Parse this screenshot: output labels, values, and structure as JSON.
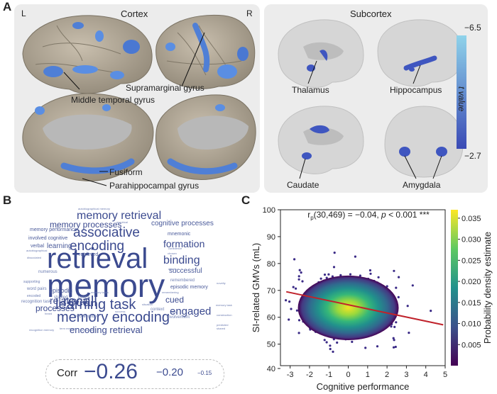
{
  "panels": {
    "a": "A",
    "b": "B",
    "c": "C"
  },
  "panel_a": {
    "cortex_title": "Cortex",
    "subcortex_title": "Subcortex",
    "left_label": "L",
    "right_label": "R",
    "regions": {
      "middle_temporal": "Middle temporal gyrus",
      "supramarginal": "Supramarginal gyrus",
      "fusiform": "Fusiform",
      "parahippocampal": "Parahippocampal gyrus",
      "thalamus": "Thalamus",
      "hippocampus": "Hippocampus",
      "caudate": "Caudate",
      "amygdala": "Amygdala"
    },
    "colorbar": {
      "top": "−6.5",
      "bottom": "−2.7",
      "label": "t value"
    }
  },
  "panel_b": {
    "words": [
      {
        "t": "memory",
        "s": 46
      },
      {
        "t": "retrieval",
        "s": 40
      },
      {
        "t": "learning task",
        "s": 20
      },
      {
        "t": "memory encoding",
        "s": 20
      },
      {
        "t": "associative",
        "s": 19
      },
      {
        "t": "encoding",
        "s": 19
      },
      {
        "t": "recall",
        "s": 20
      },
      {
        "t": "memory retrieval",
        "s": 16
      },
      {
        "t": "binding",
        "s": 16
      },
      {
        "t": "engaged",
        "s": 15
      },
      {
        "t": "relational",
        "s": 14
      },
      {
        "t": "formation",
        "s": 14
      },
      {
        "t": "memory processes",
        "s": 12
      },
      {
        "t": "encoding retrieval",
        "s": 13
      },
      {
        "t": "processes",
        "s": 12
      },
      {
        "t": "cognitive processes",
        "s": 10
      },
      {
        "t": "cued",
        "s": 12
      },
      {
        "t": "successful",
        "s": 10
      },
      {
        "t": "learning",
        "s": 10
      },
      {
        "t": "episodic",
        "s": 9
      },
      {
        "t": "memory performance",
        "s": 7
      },
      {
        "t": "involved cognitive",
        "s": 7
      },
      {
        "t": "mnemonic",
        "s": 7
      },
      {
        "t": "retrieved",
        "s": 7
      },
      {
        "t": "verbal",
        "s": 7
      },
      {
        "t": "episodic memory",
        "s": 7
      },
      {
        "t": "remembered",
        "s": 6
      },
      {
        "t": "recollection",
        "s": 6
      },
      {
        "t": "context",
        "s": 6
      },
      {
        "t": "involvement",
        "s": 6
      },
      {
        "t": "recognition task",
        "s": 6
      },
      {
        "t": "numerous",
        "s": 6
      },
      {
        "t": "word pairs",
        "s": 6
      },
      {
        "t": "supporting",
        "s": 5
      },
      {
        "t": "encoded",
        "s": 5
      },
      {
        "t": "nouns",
        "s": 6
      },
      {
        "t": "studied",
        "s": 6
      },
      {
        "t": "autobiographical memory",
        "s": 4
      },
      {
        "t": "autobiographical",
        "s": 4
      },
      {
        "t": "confidence",
        "s": 4
      },
      {
        "t": "details",
        "s": 4
      },
      {
        "t": "chosen",
        "s": 4
      },
      {
        "t": "novelty",
        "s": 4
      },
      {
        "t": "memory task",
        "s": 4
      },
      {
        "t": "remembering",
        "s": 4
      },
      {
        "t": "memory tasks",
        "s": 4
      },
      {
        "t": "success",
        "s": 4
      },
      {
        "t": "situation",
        "s": 4
      },
      {
        "t": "term memory",
        "s": 4
      },
      {
        "t": "predicted",
        "s": 4
      },
      {
        "t": "construction",
        "s": 4
      },
      {
        "t": "shared",
        "s": 4
      },
      {
        "t": "empirical",
        "s": 4
      },
      {
        "t": "dissociated",
        "s": 4
      },
      {
        "t": "recognition memory",
        "s": 4
      },
      {
        "t": "remember",
        "s": 4
      },
      {
        "t": "heard",
        "s": 4
      },
      {
        "t": "pairs",
        "s": 4
      }
    ],
    "corr_label": "Corr",
    "corr_values": [
      "−0.26",
      "−0.20",
      "−0.15"
    ]
  },
  "chart_data": {
    "type": "scatter",
    "title": "rp(30,469) = −0.04, p < 0.001 ***",
    "stat": {
      "r_symbol": "r",
      "r_sub": "p",
      "r_rest": "(30,469) = −0.04, ",
      "p_sym": "p",
      "p_rest": " < 0.001 ***"
    },
    "xlabel": "Cognitive performance",
    "ylabel": "SI-related GMVs (mL)",
    "xlim": [
      -3.5,
      5
    ],
    "ylim": [
      42,
      100
    ],
    "xticks": [
      -3,
      -2,
      -1,
      0,
      1,
      2,
      3,
      4,
      5
    ],
    "yticks": [
      40,
      50,
      60,
      70,
      80,
      90,
      100
    ],
    "regression": {
      "x": [
        -3.2,
        4.9
      ],
      "y": [
        69.5,
        57.2
      ],
      "color": "#c0222b"
    },
    "density_center": {
      "x": 0,
      "y": 63.5
    },
    "colorbar": {
      "label": "Probability density estimate",
      "ticks": [
        "0.035",
        "0.030",
        "0.025",
        "0.020",
        "0.015",
        "0.010",
        "0.005"
      ],
      "range": [
        0,
        0.037
      ]
    },
    "grid": false
  }
}
